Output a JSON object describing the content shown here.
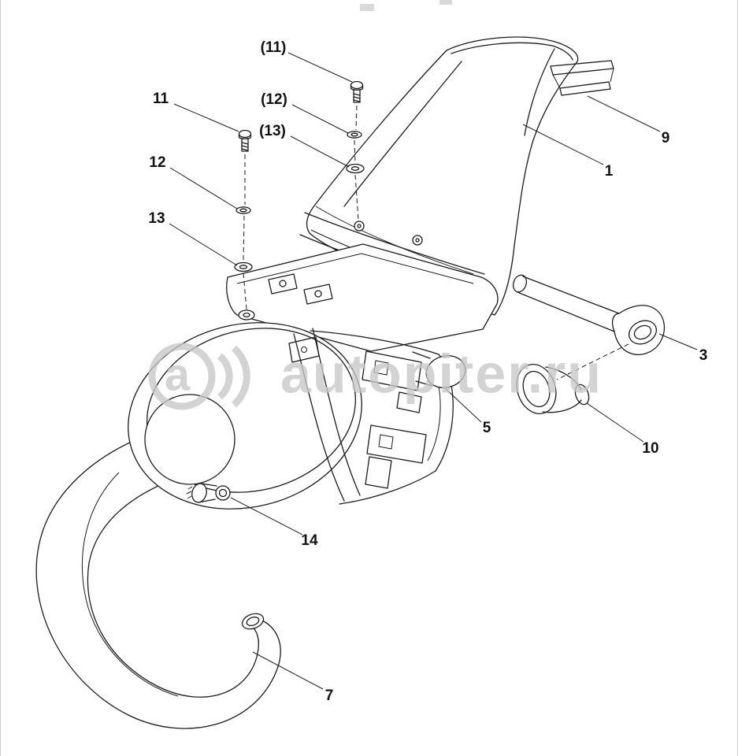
{
  "page": {
    "background": "#ffffff",
    "line_color": "#1c1c1c",
    "callout_color": "#111111",
    "edge_border_color": "#cfcfcf"
  },
  "watermark": {
    "logo_letter": "a",
    "text": "autopiter.ru",
    "color": "#c7c7c7"
  },
  "callouts": [
    {
      "label": "(11)"
    },
    {
      "label": "11"
    },
    {
      "label": "(12)"
    },
    {
      "label": "(13)"
    },
    {
      "label": "12"
    },
    {
      "label": "13"
    },
    {
      "label": "9"
    },
    {
      "label": "1"
    },
    {
      "label": "3"
    },
    {
      "label": "5"
    },
    {
      "label": "10"
    },
    {
      "label": "14"
    },
    {
      "label": "7"
    }
  ]
}
